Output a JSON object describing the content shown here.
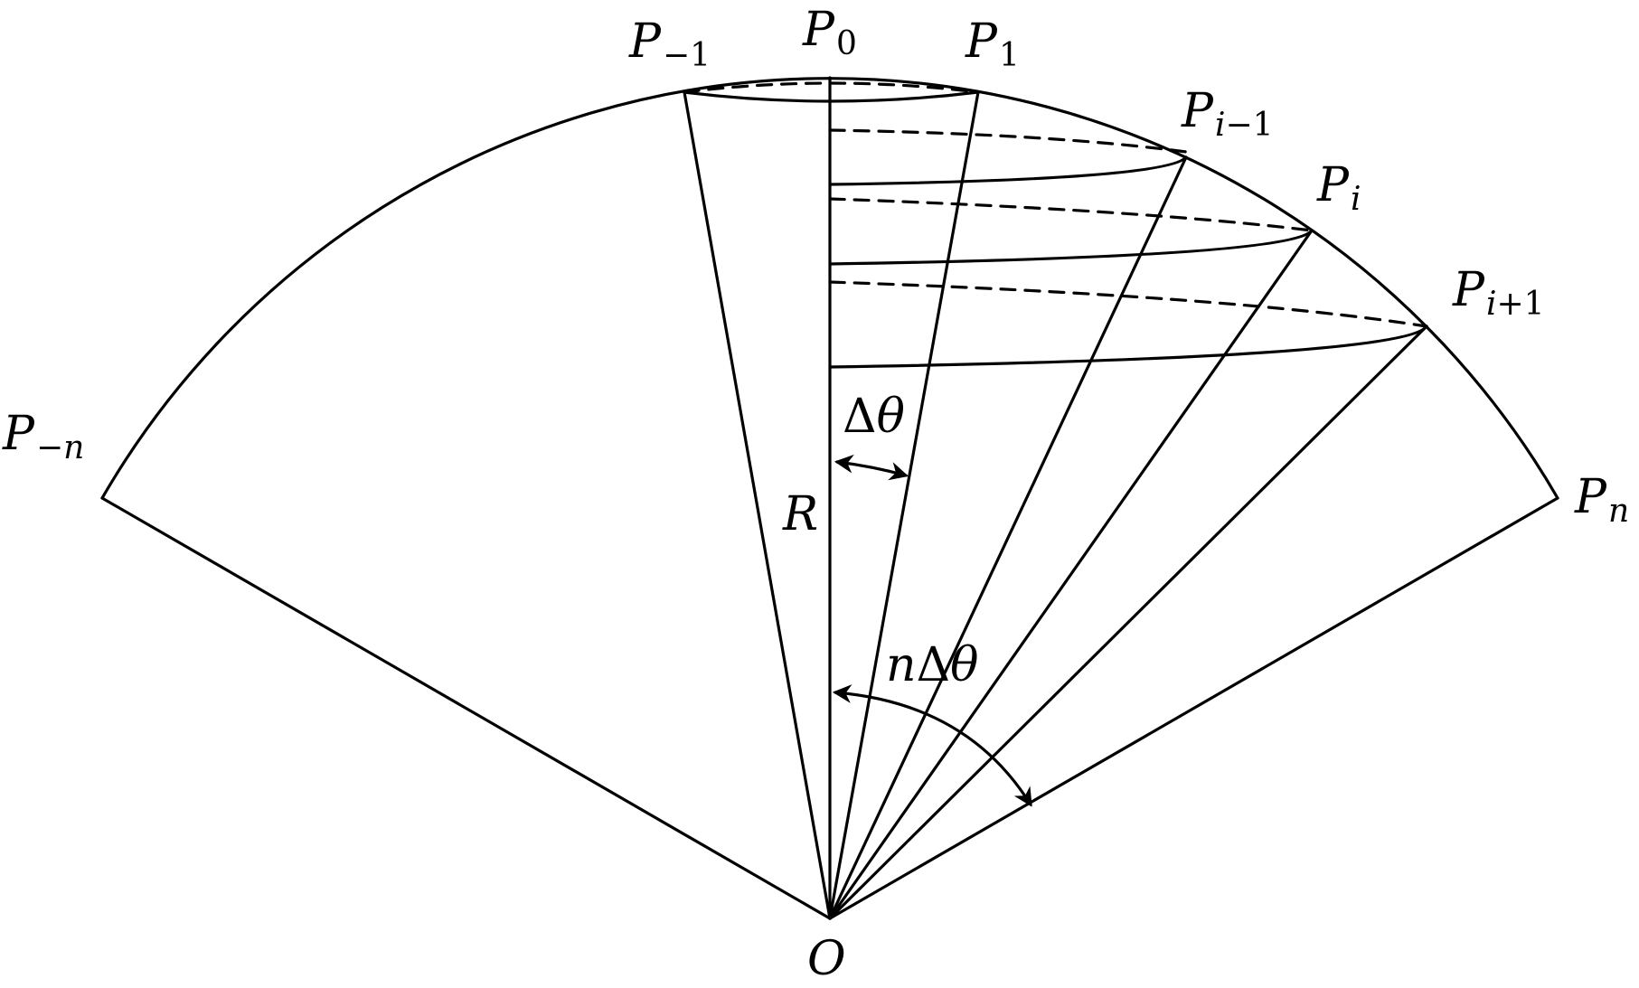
{
  "labels": {
    "p_minus_1": "P",
    "p_minus_1_sub": "−1",
    "p_0": "P",
    "p_0_sub": "0",
    "p_1": "P",
    "p_1_sub": "1",
    "p_i_minus_1": "P",
    "p_i_minus_1_sub_i": "i",
    "p_i_minus_1_sub_rest": "−1",
    "p_i": "P",
    "p_i_sub_i": "i",
    "p_i_plus_1": "P",
    "p_i_plus_1_sub_i": "i",
    "p_i_plus_1_sub_rest": "+1",
    "p_minus_n": "P",
    "p_minus_n_sub_sign": "−",
    "p_minus_n_sub_n": "n",
    "p_n": "P",
    "p_n_sub_n": "n",
    "origin": "O",
    "radius": "R",
    "delta_theta_delta": "Δ",
    "delta_theta_theta": "θ",
    "n_delta_theta_n": "n",
    "n_delta_theta_delta": "Δ",
    "n_delta_theta_theta": "θ"
  },
  "colors": {
    "stroke": "#000000",
    "background": "#ffffff"
  }
}
